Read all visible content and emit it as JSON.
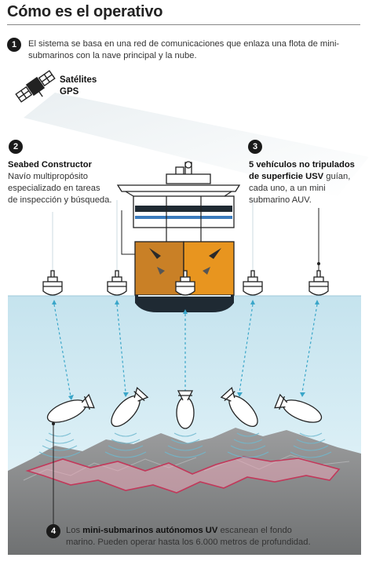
{
  "title": "Cómo es el operativo",
  "step1": {
    "number": "1",
    "text": "El sistema se basa en una red de comunicaciones que enlaza una flota de mini-submarinos con la nave principal y la nube."
  },
  "satellite": {
    "line1": "Satélites",
    "line2": "GPS",
    "icon": "satellite-icon"
  },
  "step2": {
    "number": "2",
    "name": "Seabed Constructor",
    "line1": "Navío multipropósito",
    "line2": "especializado en tareas",
    "line3": "de inspección y búsqueda."
  },
  "step3": {
    "number": "3",
    "bold1": "5 vehículos no tripulados",
    "bold2": "de superficie USV",
    "rest2": " guían,",
    "line3": "cada uno, a un mini",
    "line4": "submarino AUV."
  },
  "step4": {
    "number": "4",
    "prefix": "Los ",
    "bold": "mini-submarinos autónomos UV",
    "suffix": " escanean el fondo",
    "line2": "marino. Pueden operar hasta los 6.000 metros de profundidad."
  },
  "colors": {
    "hull_orange": "#e8951f",
    "hull_dark": "#1f2a33",
    "sea_top": "#c9e6ef",
    "seabed": "#7f8182",
    "seabed_line": "#c2385a",
    "link_dashed": "#3aa6c9"
  }
}
